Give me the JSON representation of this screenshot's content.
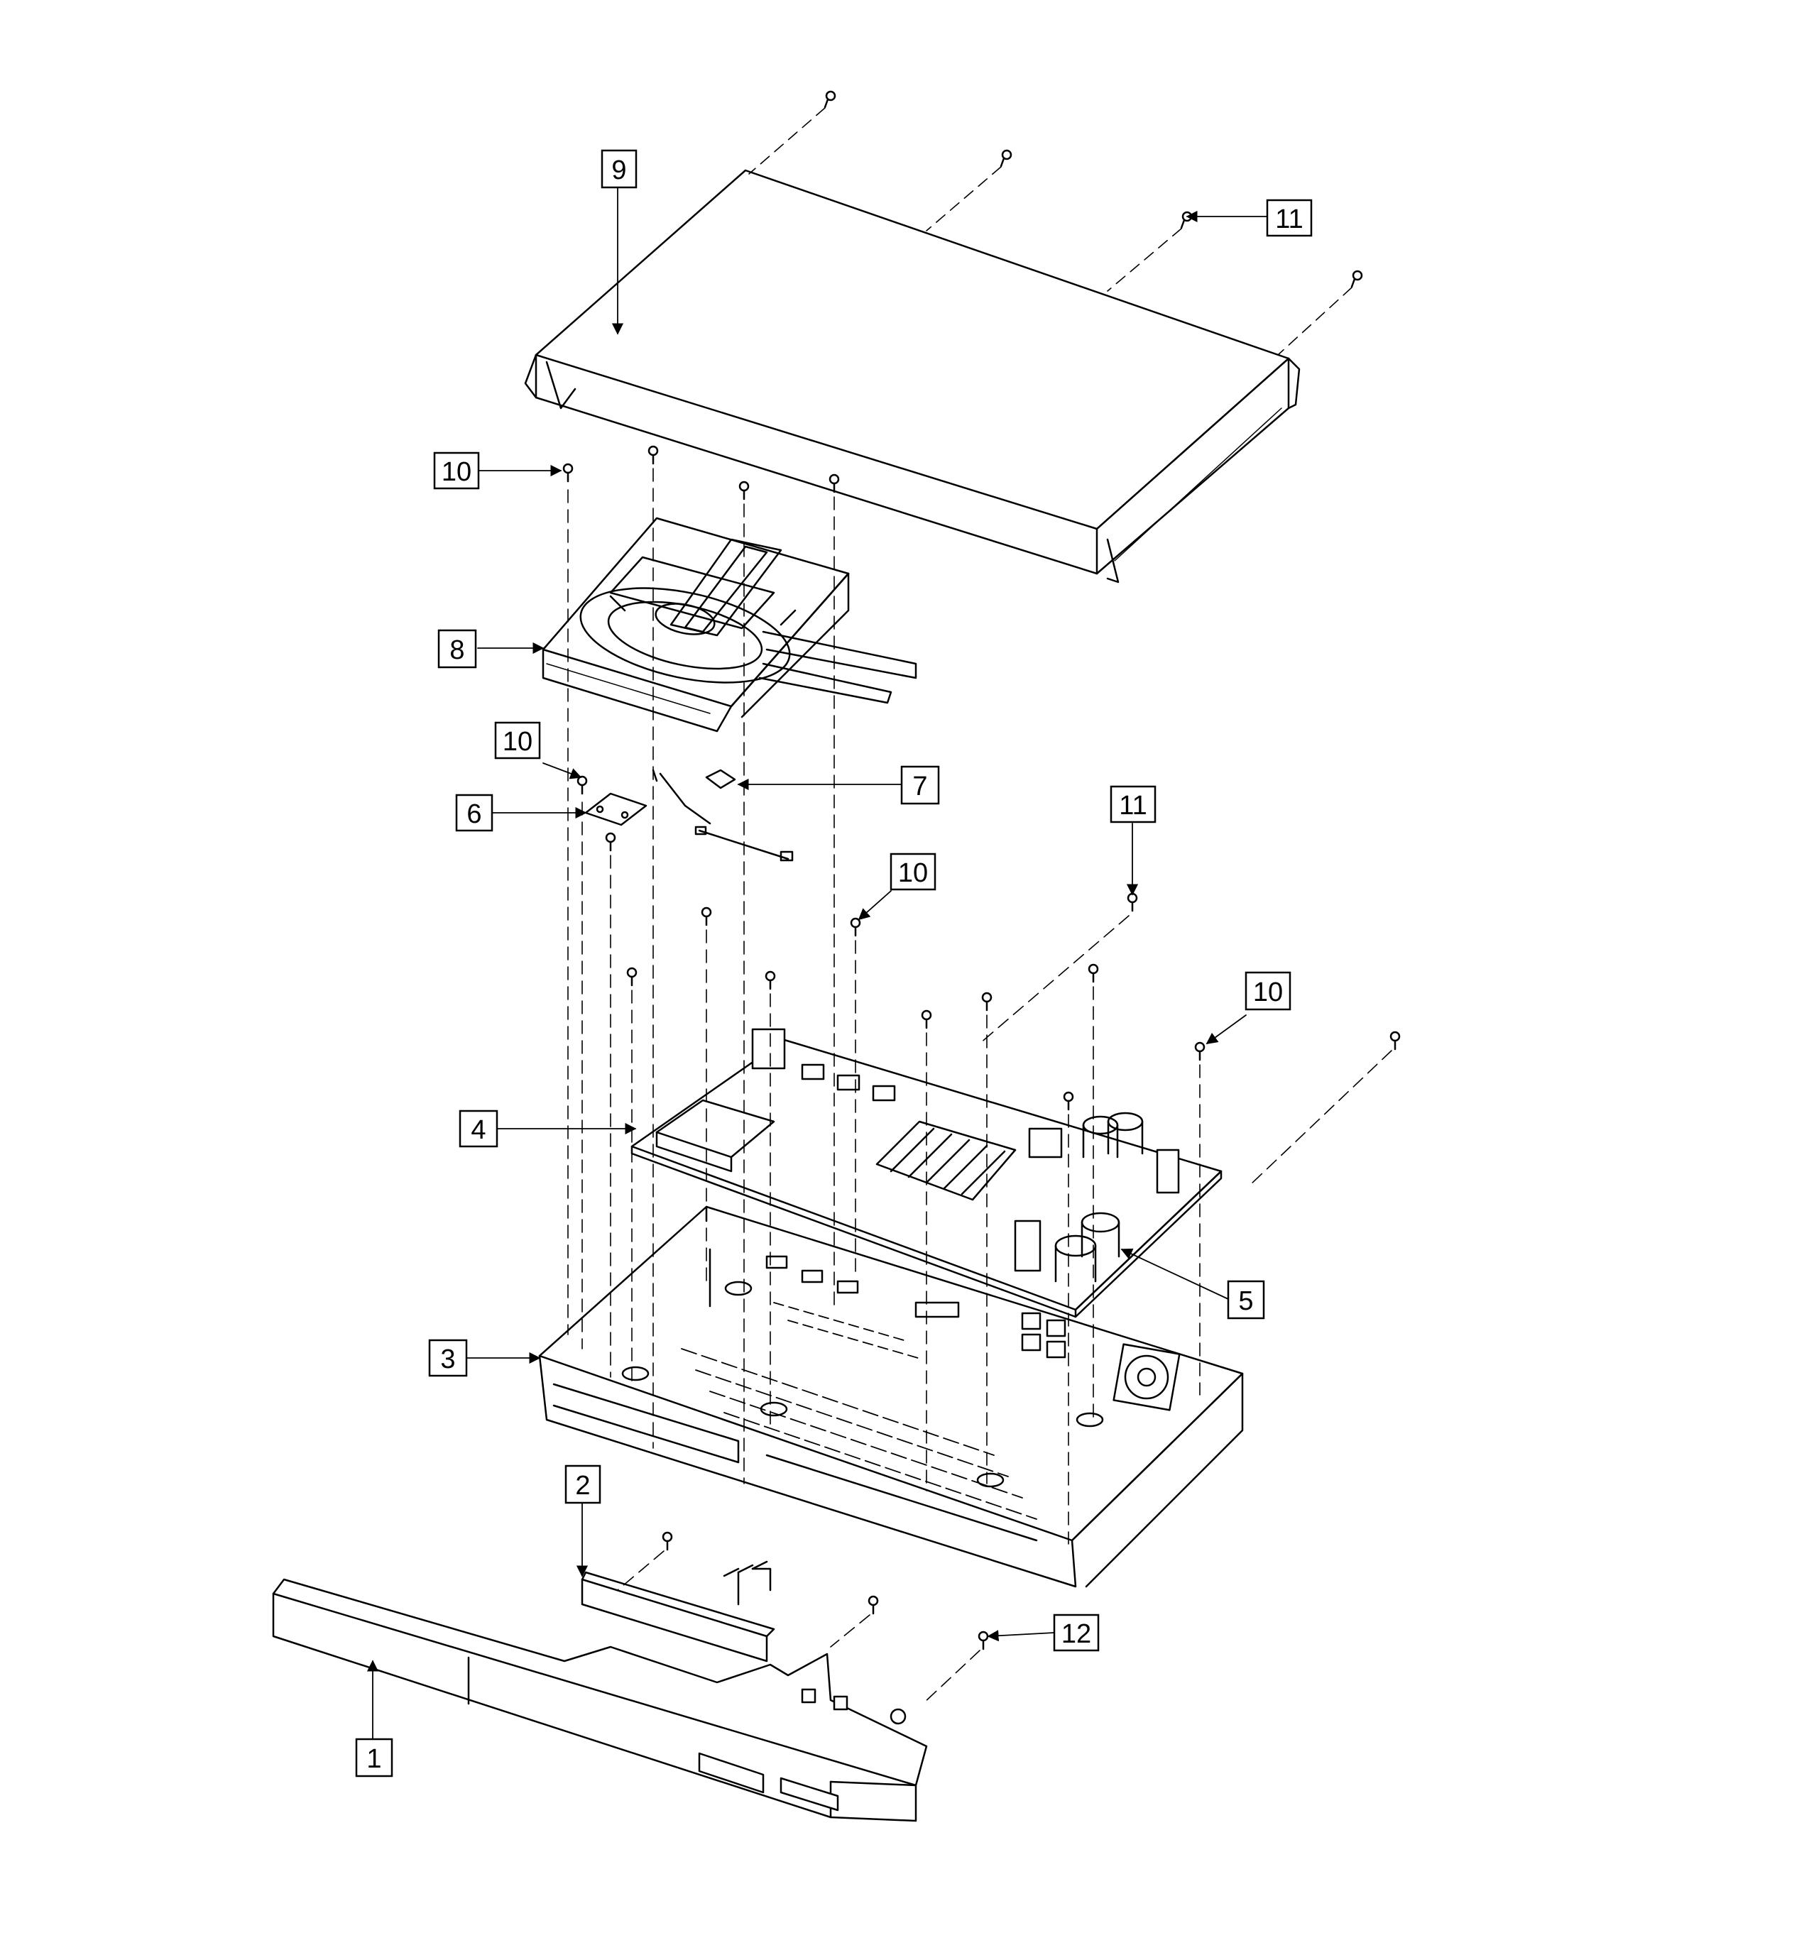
{
  "callouts": [
    {
      "id": "c9",
      "label": "9"
    },
    {
      "id": "c11a",
      "label": "11"
    },
    {
      "id": "c10a",
      "label": "10"
    },
    {
      "id": "c8",
      "label": "8"
    },
    {
      "id": "c10b",
      "label": "10"
    },
    {
      "id": "c7",
      "label": "7"
    },
    {
      "id": "c6",
      "label": "6"
    },
    {
      "id": "c11b",
      "label": "11"
    },
    {
      "id": "c10c",
      "label": "10"
    },
    {
      "id": "c10d",
      "label": "10"
    },
    {
      "id": "c4",
      "label": "4"
    },
    {
      "id": "c5",
      "label": "5"
    },
    {
      "id": "c3",
      "label": "3"
    },
    {
      "id": "c2",
      "label": "2"
    },
    {
      "id": "c12",
      "label": "12"
    },
    {
      "id": "c1",
      "label": "1"
    }
  ],
  "colors": {
    "line": "#000000",
    "background": "#ffffff"
  }
}
